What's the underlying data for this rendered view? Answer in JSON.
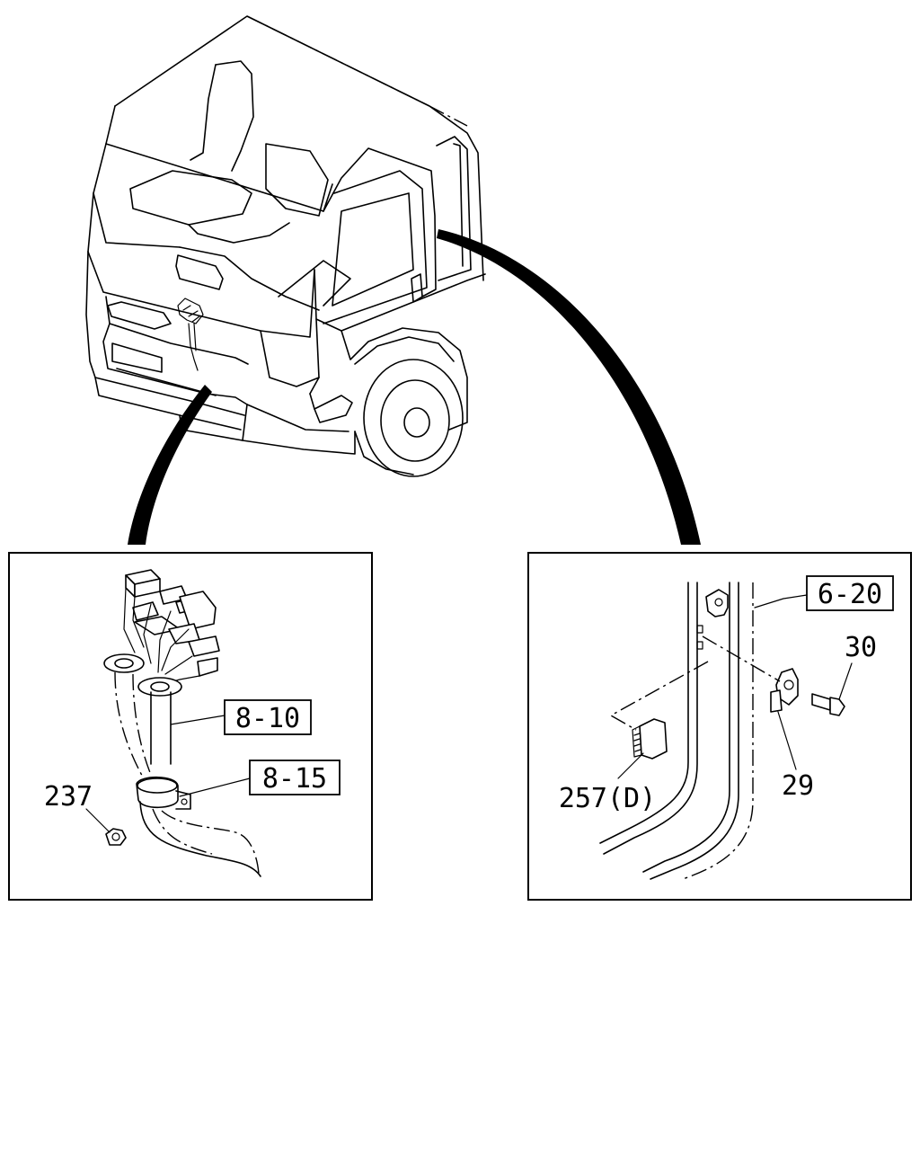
{
  "labels": {
    "ref_8_10": "8-10",
    "ref_8_15": "8-15",
    "ref_6_20": "6-20",
    "part_237": "237",
    "part_257": "257(D)",
    "part_30": "30",
    "part_29": "29"
  }
}
